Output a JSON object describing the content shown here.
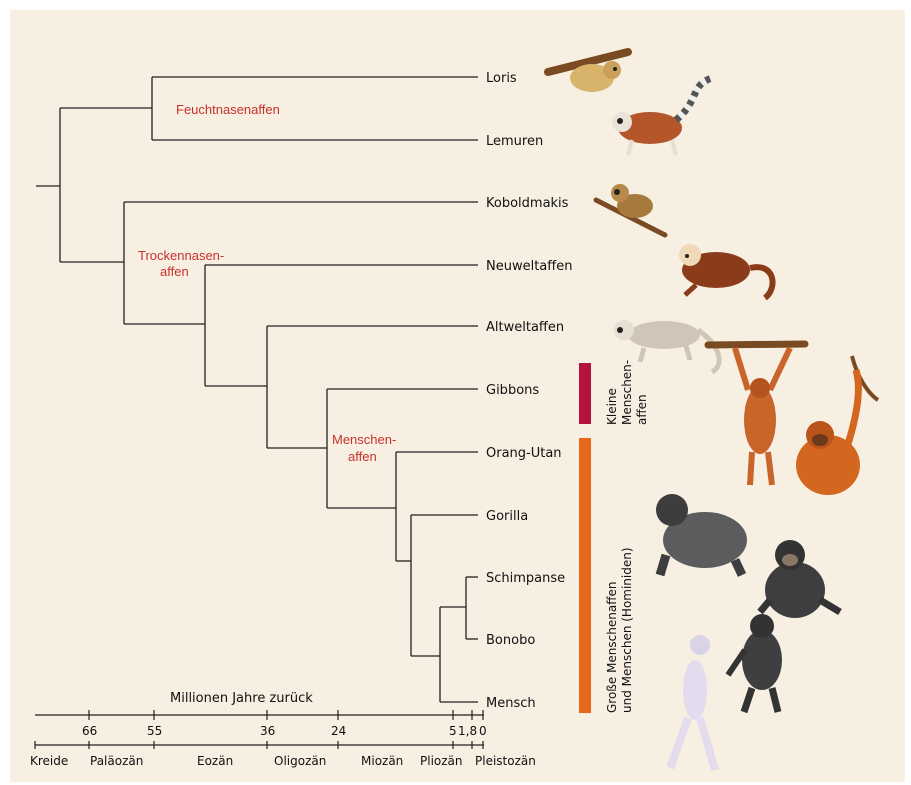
{
  "colors": {
    "background": "#f6efe2",
    "clade_label": "#c8312b",
    "bar_small_apes": "#b5123f",
    "bar_great_apes": "#e8681a"
  },
  "taxa": [
    "Loris",
    "Lemuren",
    "Koboldmakis",
    "Neuweltaffen",
    "Altweltaffen",
    "Gibbons",
    "Orang-Utan",
    "Gorilla",
    "Schimpanse",
    "Bonobo",
    "Mensch"
  ],
  "clades": {
    "feuchtnasen": [
      "Feuchtnasenaffen"
    ],
    "trockennasen": [
      "Trockennasen-",
      "affen"
    ],
    "menschenaffen": [
      "Menschen-",
      "affen"
    ]
  },
  "groups": {
    "small_apes": [
      "Kleine",
      "Menschen-",
      "affen"
    ],
    "great_apes": [
      "Große Menschenaffen",
      "und Menschen (Hominiden)"
    ]
  },
  "timeline": {
    "title": "Millionen Jahre zurück",
    "ticks": [
      "66",
      "55",
      "36",
      "24",
      "5",
      "1,8",
      "0"
    ],
    "epochs": [
      "Kreide",
      "Paläozän",
      "Eozän",
      "Oligozän",
      "Miozän",
      "Pliozän",
      "Pleistozän"
    ]
  },
  "illustrations": [
    "loris-icon",
    "lemur-icon",
    "tarsier-icon",
    "capuchin-icon",
    "vervet-icon",
    "gibbon-icon",
    "orangutan-icon",
    "gorilla-icon",
    "chimpanzee-icon",
    "bonobo-icon",
    "human-icon"
  ]
}
